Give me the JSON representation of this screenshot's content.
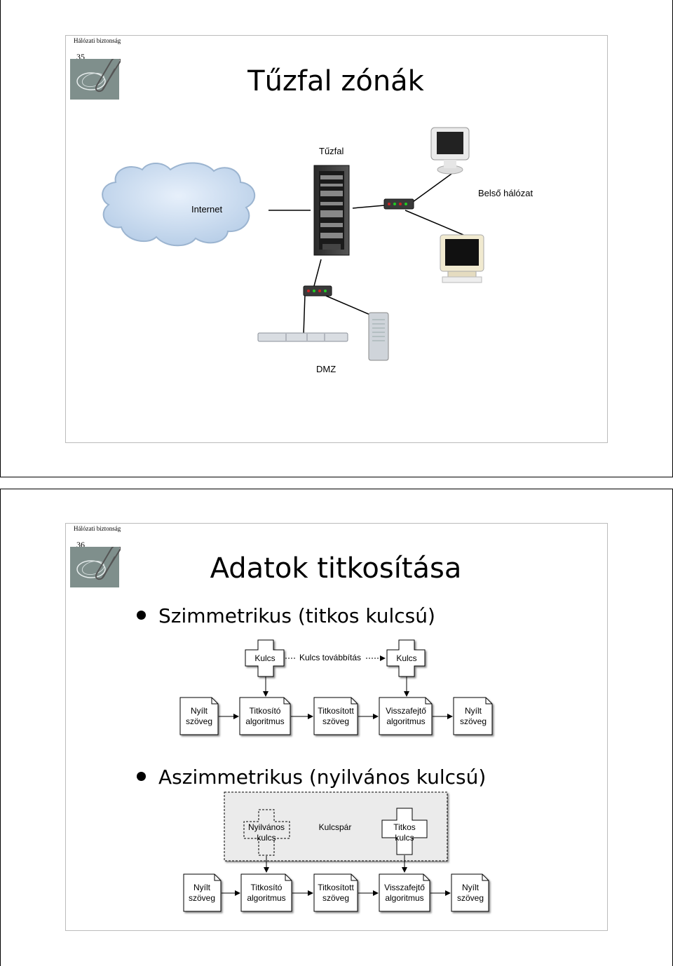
{
  "header": "Hálózati biztonság",
  "slide1": {
    "number": "35",
    "title": "Tűzfal zónák",
    "labels": {
      "firewall": "Tűzfal",
      "internet": "Internet",
      "internal": "Belső hálózat",
      "dmz": "DMZ"
    }
  },
  "slide2": {
    "number": "36",
    "title": "Adatok titkosítása",
    "bullet1": "Szimmetrikus (titkos kulcsú)",
    "bullet2": "Aszimmetrikus (nyilvános kulcsú)",
    "sym": {
      "key1": "Kulcs",
      "key_transfer": "Kulcs továbbítás",
      "key2": "Kulcs",
      "boxes": [
        [
          "Nyílt",
          "szöveg"
        ],
        [
          "Titkosító",
          "algoritmus"
        ],
        [
          "Titkosított",
          "szöveg"
        ],
        [
          "Visszafejtő",
          "algoritmus"
        ],
        [
          "Nyílt",
          "szöveg"
        ]
      ]
    },
    "asym": {
      "public_key": [
        "Nyilvános",
        "kulcs"
      ],
      "keypair": "Kulcspár",
      "secret_key": [
        "Titkos",
        "kulcs"
      ],
      "boxes": [
        [
          "Nyílt",
          "szöveg"
        ],
        [
          "Titkosító",
          "algoritmus"
        ],
        [
          "Titkosított",
          "szöveg"
        ],
        [
          "Visszafejtő",
          "algoritmus"
        ],
        [
          "Nyílt",
          "szöveg"
        ]
      ]
    }
  }
}
